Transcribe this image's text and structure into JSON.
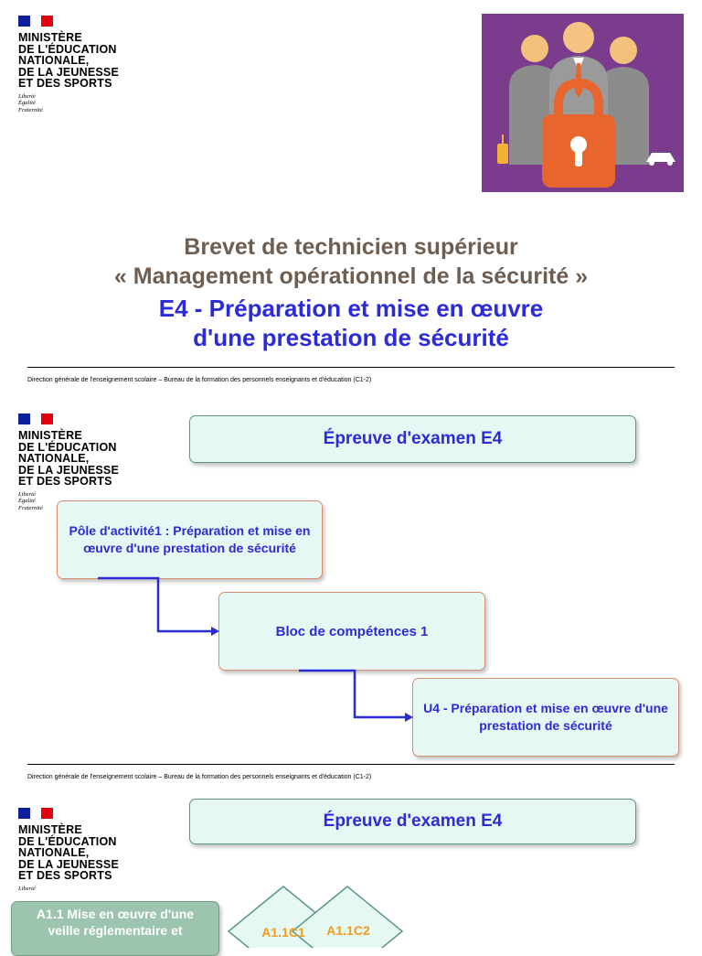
{
  "colors": {
    "title_brown": "#6e5e52",
    "title_blue": "#2b2bd9",
    "box_fill": "#e6f8f3",
    "box_border_green": "#5a9a7c",
    "box_border_orange": "#d98e6d",
    "connector": "#2b2bd9",
    "flag_blue": "#0e1f9c",
    "flag_red": "#e1000f",
    "illustration_bg": "#7b3c8e",
    "lock": "#e8662d"
  },
  "logo": {
    "line1": "MINISTÈRE",
    "line2": "DE L'ÉDUCATION",
    "line3": "NATIONALE,",
    "line4": "DE LA JEUNESSE",
    "line5": "ET DES SPORTS",
    "motto1": "Liberté",
    "motto2": "Égalité",
    "motto3": "Fraternité"
  },
  "slide1": {
    "title_line1": "Brevet de technicien supérieur",
    "title_line2": "« Management opérationnel de la sécurité »",
    "title_line3": "E4 - Préparation et mise en œuvre",
    "title_line4": "d'une prestation de sécurité",
    "illustration_icon": "security-team-lock-icon"
  },
  "footer_text": "Direction générale de l'enseignement scolaire – Bureau de la formation des personnels enseignants et d'éducation (C1-2)",
  "slide2": {
    "header": "Épreuve d'examen E4",
    "pole": "Pôle d'activité1 : Préparation et mise en œuvre d'une prestation de sécurité",
    "bloc": "Bloc de compétences 1",
    "unit": "U4 - Préparation et mise en œuvre d'une prestation de sécurité"
  },
  "slide3": {
    "header": "Épreuve d'examen E4",
    "activity": "A1.1 Mise en œuvre d'une veille réglementaire et",
    "diamond1": "A1.1C1",
    "diamond2": "A1.1C2"
  }
}
